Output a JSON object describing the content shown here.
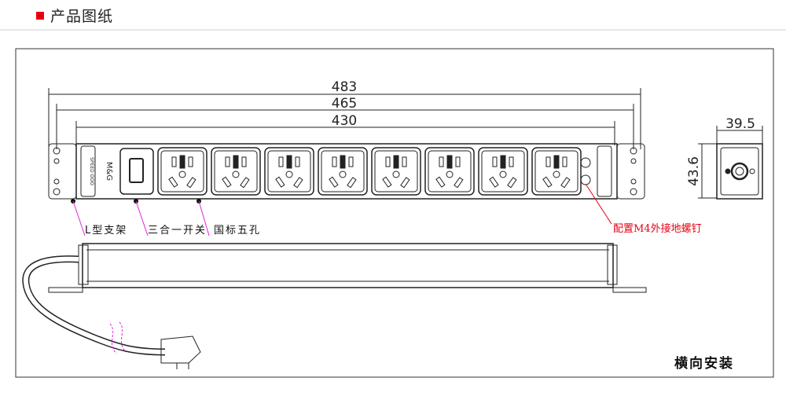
{
  "header": {
    "title": "产品图纸",
    "accent_color": "#e60012"
  },
  "dimensions": {
    "overall": "483",
    "mounting": "465",
    "body": "430",
    "depth": "39.5",
    "height": "43.6"
  },
  "front_panel": {
    "brand": "M&G",
    "side_label": "SPEED OOO",
    "socket_count": 8
  },
  "callouts": {
    "bracket": "L型支架",
    "switch": "三合一开关",
    "socket": "国标五孔",
    "ground_screw": "配置M4外接地螺钉"
  },
  "mounting_mode": "横向安装",
  "colors": {
    "callout_line": "#e020e0",
    "ground_callout": "#e60012"
  }
}
